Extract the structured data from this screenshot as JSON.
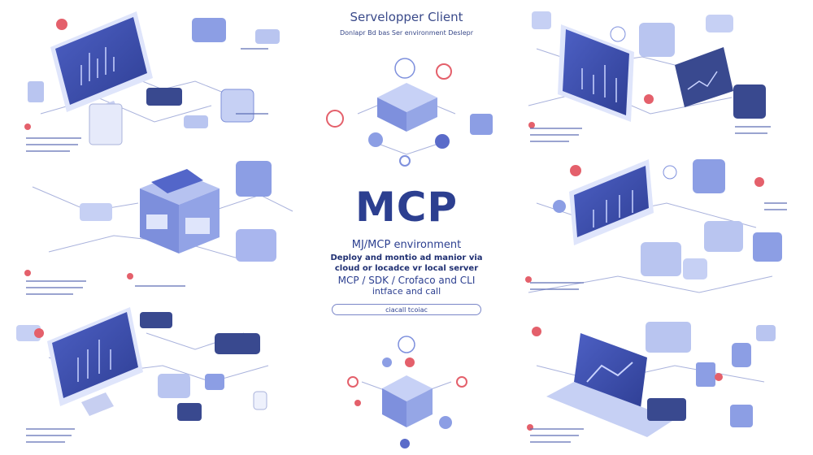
{
  "header": {
    "title": "Servelopper Client",
    "subtitle": "Donlapr Bd bas Ser environment Deslepr"
  },
  "hero": {
    "title": "MCP",
    "env_line": "MJ/MCP environment",
    "desc_line1": "Deploy and montio ad manior via",
    "desc_line2": "cloud or locadce vr local server",
    "desc_line3": "MCP / SDK / Crofaco and CLI",
    "desc_line4": "intface and call",
    "cta_label": "ciacall  tcoiac"
  },
  "colors": {
    "primary": "#2c3f90",
    "accent_blue": "#6f84d9",
    "light_blue": "#b9c5f0",
    "accent_red": "#e4606b",
    "line": "#9fa8d6"
  },
  "icons": [
    "monitor-icon",
    "server-cube-icon",
    "heart-pin-icon",
    "check-icon",
    "chart-card-icon",
    "document-card-icon",
    "laptop-icon",
    "gear-icon"
  ]
}
